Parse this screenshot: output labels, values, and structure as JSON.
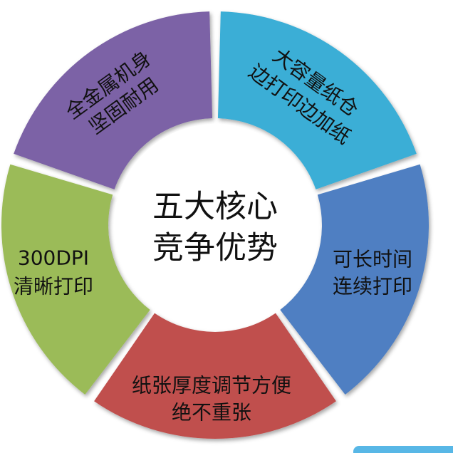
{
  "center": {
    "lines": [
      "五大核心",
      "竞争优势"
    ],
    "fill": "#ffffff"
  },
  "segments": [
    {
      "id": "metal-body",
      "lines": [
        "全金属机身",
        "坚固耐用"
      ],
      "color": "#3aaed6"
    },
    {
      "id": "big-paper-tray",
      "lines": [
        "大容量纸仓",
        "边打印边加纸"
      ],
      "color": "#4f7fc2"
    },
    {
      "id": "long-print",
      "lines": [
        "可长时间",
        "连续打印"
      ],
      "color": "#c0504d"
    },
    {
      "id": "paper-thickness",
      "lines": [
        "纸张厚度调节方便",
        "绝不重张"
      ],
      "color": "#9bbb59"
    },
    {
      "id": "dpi-print",
      "lines": [
        "300DPI",
        "清晰打印"
      ],
      "color": "#7c62a6"
    }
  ],
  "corner_accent": {
    "color": "#58b7e6"
  }
}
